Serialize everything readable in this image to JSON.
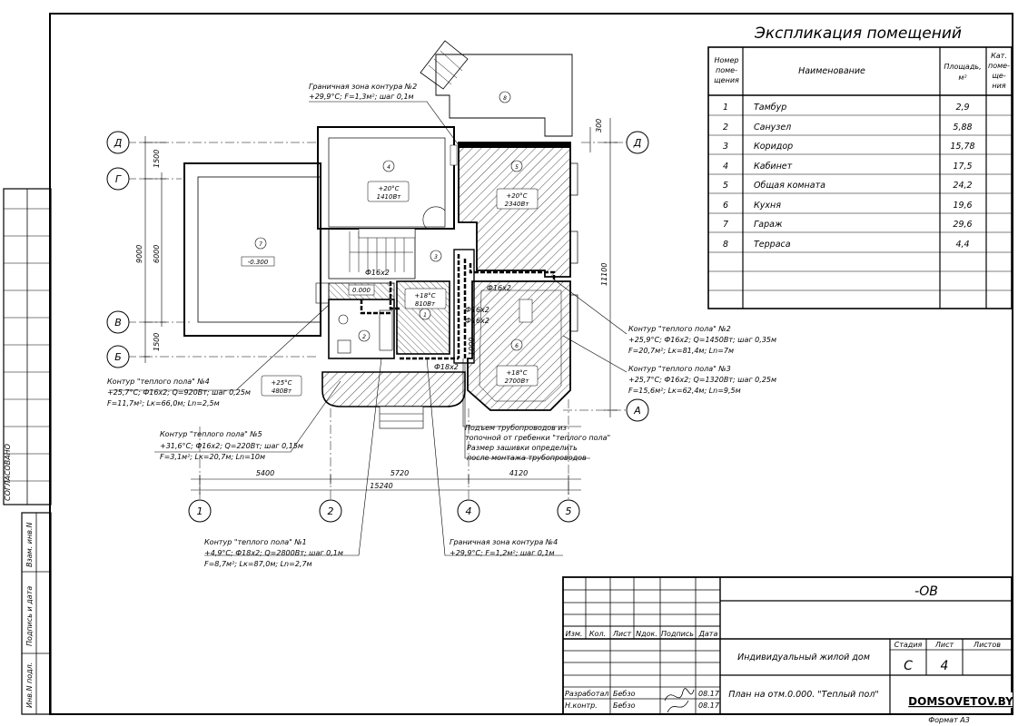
{
  "explication": {
    "title": "Экспликация помещений",
    "headers": {
      "number": [
        "Номер",
        "поме-",
        "щения"
      ],
      "name": "Наименование",
      "area": [
        "Площадь,",
        "м²"
      ],
      "category": [
        "Кат.",
        "поме-",
        "ще-",
        "ния"
      ]
    },
    "rows": [
      {
        "num": "1",
        "name": "Тамбур",
        "area": "2,9"
      },
      {
        "num": "2",
        "name": "Санузел",
        "area": "5,88"
      },
      {
        "num": "3",
        "name": "Коридор",
        "area": "15,78"
      },
      {
        "num": "4",
        "name": "Кабинет",
        "area": "17,5"
      },
      {
        "num": "5",
        "name": "Общая комната",
        "area": "24,2"
      },
      {
        "num": "6",
        "name": "Кухня",
        "area": "19,6"
      },
      {
        "num": "7",
        "name": "Гараж",
        "area": "29,6"
      },
      {
        "num": "8",
        "name": "Терраса",
        "area": "4,4"
      }
    ]
  },
  "axes": {
    "rows_left": [
      "Д",
      "Г",
      "В",
      "Б"
    ],
    "rows_right": [
      "Д",
      "А"
    ],
    "cols": [
      "1",
      "2",
      "4",
      "5"
    ]
  },
  "dimensions": {
    "left": [
      "1500",
      "9000",
      "6000",
      "1500"
    ],
    "right": [
      "300",
      "11100",
      "1000"
    ],
    "bottom": [
      "5400",
      "5720",
      "4120",
      "15240"
    ]
  },
  "rooms": [
    {
      "num": "1",
      "temp": "+18°C",
      "power": "810Вт"
    },
    {
      "num": "2",
      "temp": "+25°C",
      "power": "480Вт"
    },
    {
      "num": "3"
    },
    {
      "num": "4",
      "temp": "+20°C",
      "power": "1410Вт"
    },
    {
      "num": "5",
      "temp": "+20°C",
      "power": "2340Вт"
    },
    {
      "num": "6",
      "temp": "+18°C",
      "power": "2700Вт"
    },
    {
      "num": "7",
      "level": "-0.300"
    },
    {
      "num": "8"
    }
  ],
  "plan_labels": {
    "level_zero": "0.000",
    "pipe_a": "Ф16х2",
    "pipe_b": "Ф16х2",
    "pipe_c": "Ф16х2",
    "pipe_d": "Ф16х2",
    "pipe_e": "Ф18х2"
  },
  "annotations": {
    "border2": {
      "title": "Граничная зона контура №2",
      "line1": "+29,9°С; F=1,3м²; шаг 0,1м"
    },
    "loop2": {
      "title": "Контур \"теплого пола\" №2",
      "line1": "+25,9°С; Ф16х2; Q=1450Вт; шаг 0,35м",
      "line2": "F=20,7м²; Lк=81,4м; Ln=7м"
    },
    "loop3": {
      "title": "Контур \"теплого пола\" №3",
      "line1": "+25,7°С; Ф16х2; Q=1320Вт; шаг 0,25м",
      "line2": "F=15,6м²; Lк=62,4м; Ln=9,5м"
    },
    "loop4": {
      "title": "Контур \"теплого пола\" №4",
      "line1": "+25,7°С; Ф16х2; Q=920Вт; шаг 0,25м",
      "line2": "F=11,7м²; Lк=66,0м; Ln=2,5м"
    },
    "loop5": {
      "title": "Контур \"теплого пола\" №5",
      "line1": "+31,6°С; Ф16х2; Q=220Вт; шаг 0,15м",
      "line2": "F=3,1м²; Lк=20,7м; Ln=10м"
    },
    "riser": {
      "line1": "Подъем трубопроводов из",
      "line2": "топочной от гребенки \"теплого пола\"",
      "line3": "Размер зашивки определить",
      "line4": "после монтажа трубопроводов"
    },
    "loop1": {
      "title": "Контур \"теплого пола\" №1",
      "line1": "+4,9°С; Ф18х2; Q=2800Вт; шаг 0,1м",
      "line2": "F=8,7м²; Lк=87,0м; Ln=2,7м"
    },
    "border4": {
      "title": "Граничная зона контура №4",
      "line1": "+29,9°С; F=1,2м²; шаг 0,1м"
    }
  },
  "side_stamp": {
    "agreed": "СОГЛАСОВАНО",
    "replace_inv": "Взам. инв.N",
    "signature_date": "Подпись и дата",
    "inv_original": "Инв.N подл."
  },
  "title_block": {
    "code": "-ОВ",
    "col_headers": [
      "Изм.",
      "Кол.",
      "Лист",
      "Nдок.",
      "Подпись",
      "Дата"
    ],
    "project": "Индивидуальный жилой дом",
    "stage_label": "Стадия",
    "sheet_label": "Лист",
    "sheets_label": "Листов",
    "stage": "С",
    "sheet": "4",
    "sheet_title": "План на отм.0.000. \"Теплый пол\"",
    "developed_label": "Разработал",
    "developed_name": "Бебзо",
    "developed_date": "08.17",
    "control_label": "Н.контр.",
    "control_name": "Бебзо",
    "control_date": "08.17",
    "brand": "DOMSOVETOV.BY",
    "format": "Формат А3"
  }
}
